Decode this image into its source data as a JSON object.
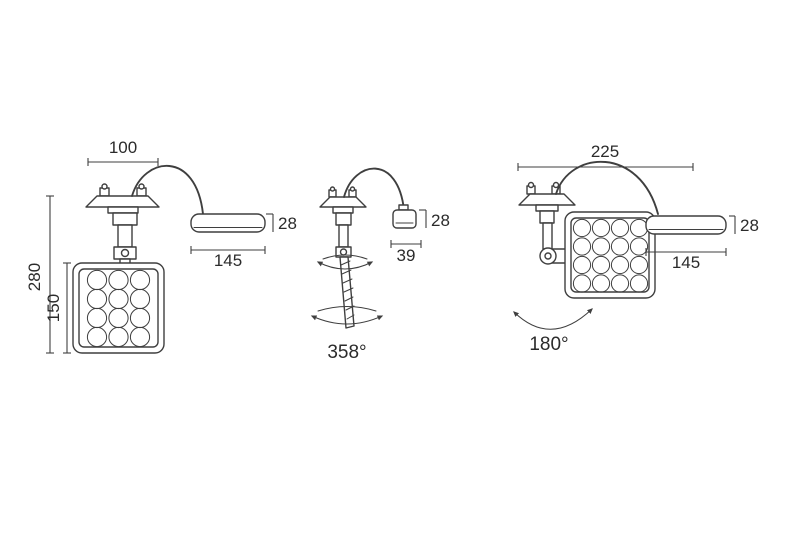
{
  "colors": {
    "line": "#3f3f3f",
    "text": "#2b2b2b",
    "background": "#ffffff"
  },
  "views": {
    "front": {
      "top_width": "100",
      "total_height": "280",
      "head_height": "150",
      "driver_length": "145",
      "driver_height": "28"
    },
    "side": {
      "driver_height": "28",
      "driver_depth": "39",
      "rotation_angle": "358°"
    },
    "wall_tilt": {
      "top_width": "225",
      "driver_length": "145",
      "driver_height": "28",
      "tilt_angle": "180°"
    }
  }
}
